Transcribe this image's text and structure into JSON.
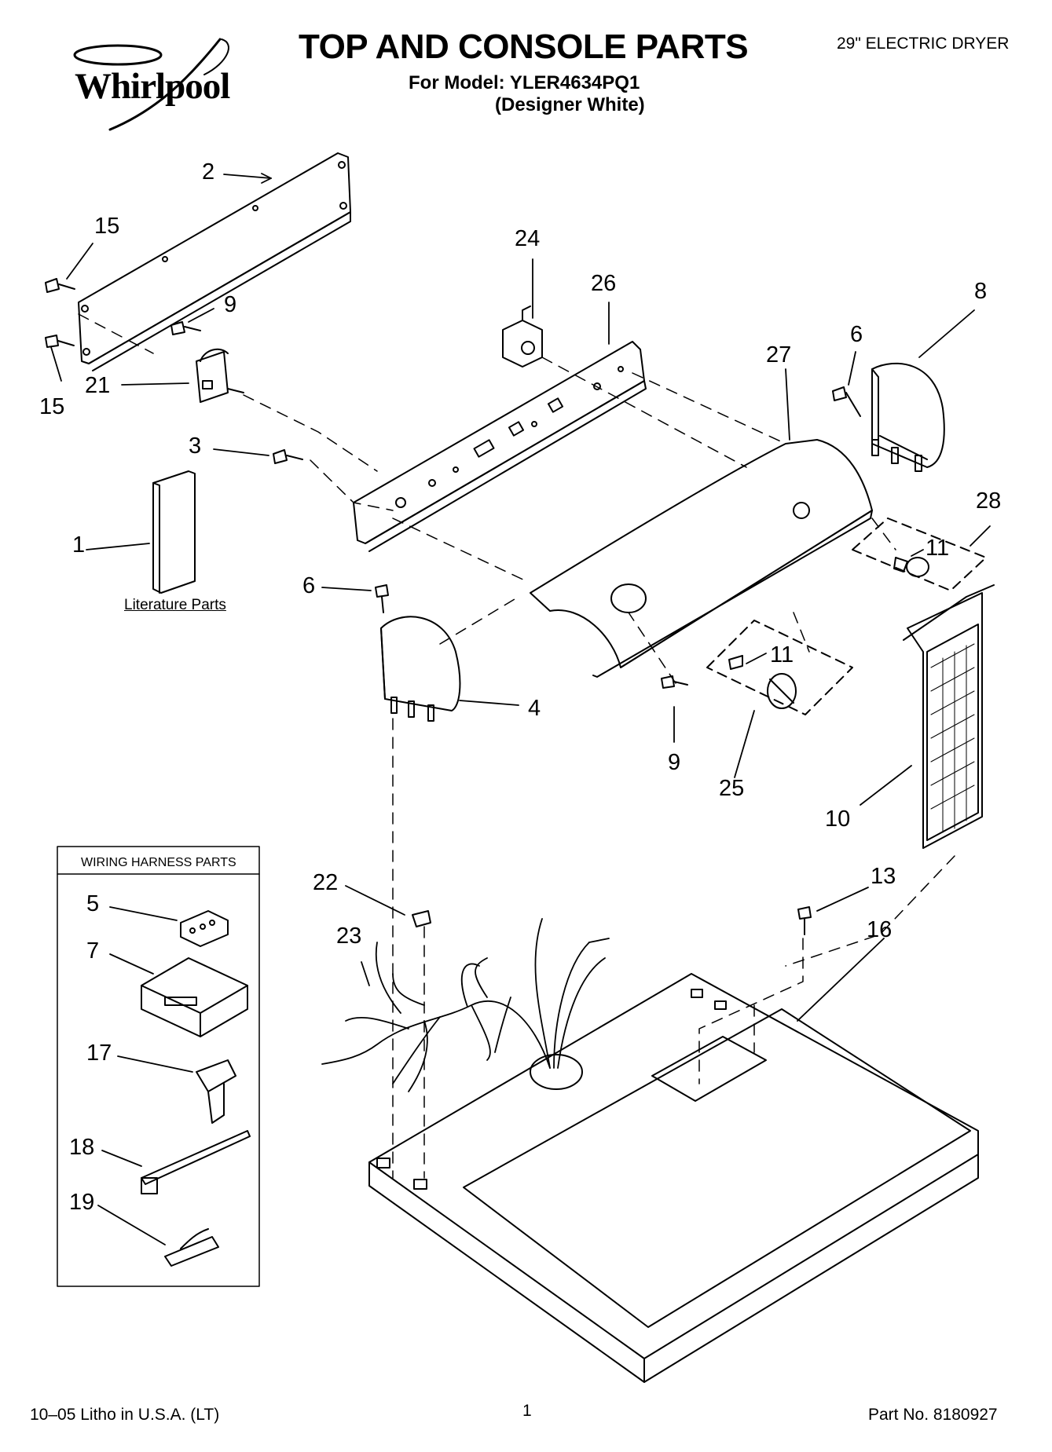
{
  "header": {
    "brand": "Whirlpool",
    "title": "TOP AND CONSOLE PARTS",
    "model_line": "For Model: YLER4634PQ1",
    "color_line": "(Designer White)",
    "product_type": "29\" ELECTRIC DRYER"
  },
  "footer": {
    "litho": "10–05 Litho in U.S.A. (LT)",
    "page": "1",
    "part_no": "Part No. 8180927"
  },
  "labels": {
    "literature": "Literature Parts",
    "harness_box": "WIRING HARNESS PARTS"
  },
  "callouts": [
    {
      "id": "c2",
      "text": "2"
    },
    {
      "id": "c15a",
      "text": "15"
    },
    {
      "id": "c9a",
      "text": "9"
    },
    {
      "id": "c15b",
      "text": "15"
    },
    {
      "id": "c21",
      "text": "21"
    },
    {
      "id": "c3",
      "text": "3"
    },
    {
      "id": "c1",
      "text": "1"
    },
    {
      "id": "c24",
      "text": "24"
    },
    {
      "id": "c26",
      "text": "26"
    },
    {
      "id": "c27",
      "text": "27"
    },
    {
      "id": "c6a",
      "text": "6"
    },
    {
      "id": "c8",
      "text": "8"
    },
    {
      "id": "c28",
      "text": "28"
    },
    {
      "id": "c11a",
      "text": "11"
    },
    {
      "id": "c6b",
      "text": "6"
    },
    {
      "id": "c11b",
      "text": "11"
    },
    {
      "id": "c4",
      "text": "4"
    },
    {
      "id": "c9b",
      "text": "9"
    },
    {
      "id": "c25",
      "text": "25"
    },
    {
      "id": "c10",
      "text": "10"
    },
    {
      "id": "c22",
      "text": "22"
    },
    {
      "id": "c13",
      "text": "13"
    },
    {
      "id": "c23",
      "text": "23"
    },
    {
      "id": "c16",
      "text": "16"
    },
    {
      "id": "c5",
      "text": "5"
    },
    {
      "id": "c7",
      "text": "7"
    },
    {
      "id": "c17",
      "text": "17"
    },
    {
      "id": "c18",
      "text": "18"
    },
    {
      "id": "c19",
      "text": "19"
    }
  ]
}
